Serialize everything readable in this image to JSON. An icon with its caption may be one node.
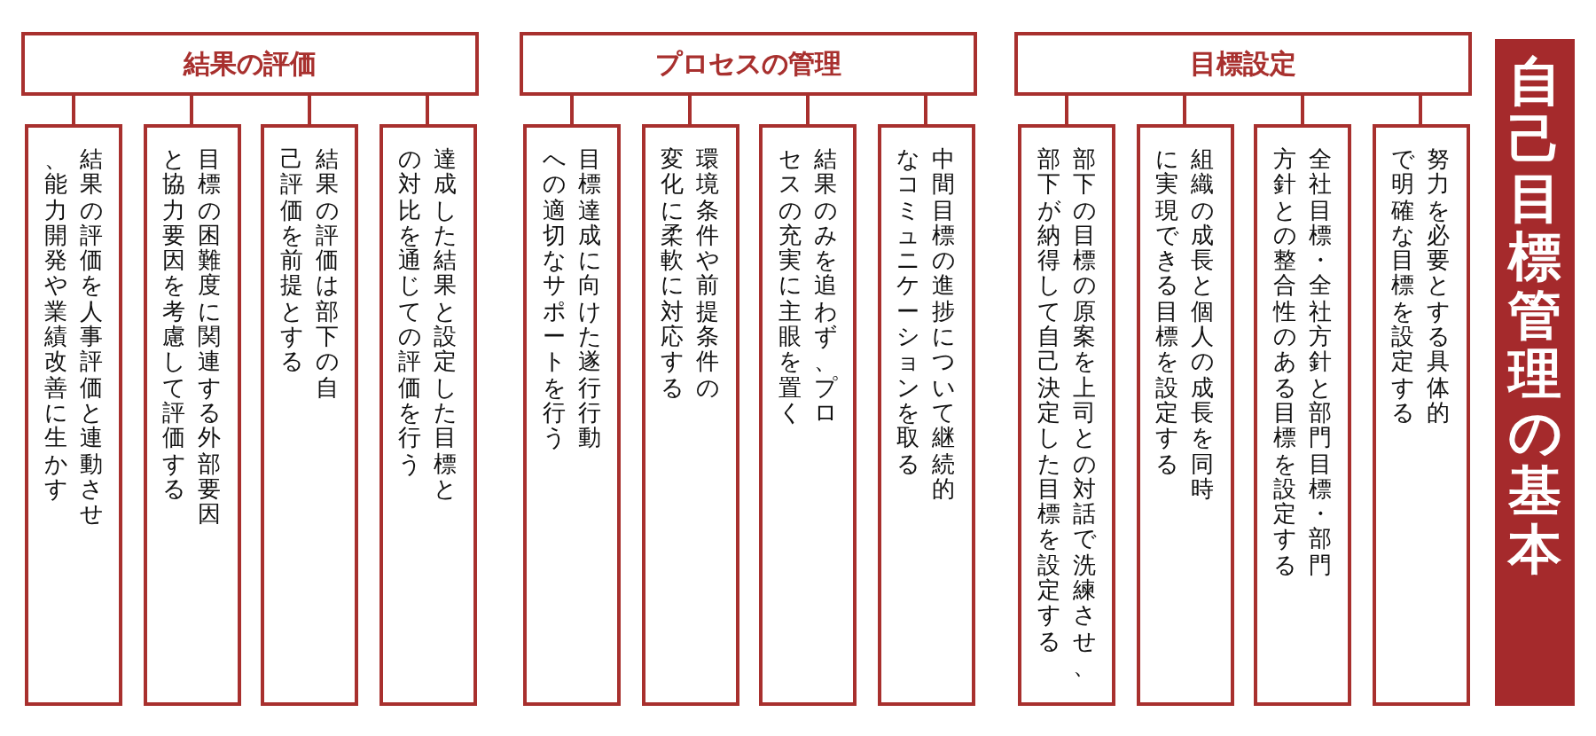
{
  "diagram": {
    "nodes": [
      {
        "text": [
          "結果の評価"
        ]
      },
      {
        "text": [
          "結果の評価を人事評価と連動させ、能力開発や業績改善に生かす"
        ]
      },
      {
        "text": [
          "目標の困難度に関連する外部要因と協力要因を考慮して評価する"
        ]
      },
      {
        "text": [
          "結果の評価は部下の自己評価を前提とする"
        ]
      },
      {
        "text": [
          "達成した結果と設定した目標との対比を通じての評価を行う"
        ]
      },
      {
        "text": [
          "プロセスの管理"
        ]
      },
      {
        "text": [
          "目標達成に向けた遂行行動への適切なサポートを行う"
        ]
      },
      {
        "text": [
          "環境条件や前提条件の変化に柔軟に対応する"
        ]
      },
      {
        "text": [
          "結果のみを追わず、プロセスの充実に主眼を置く"
        ]
      },
      {
        "text": [
          "中間目標の進捗について継続的なコミュニケーションを取る"
        ]
      },
      {
        "text": [
          "目標設定"
        ]
      },
      {
        "text": [
          "部下の目標の原案を上司との対話で洗練させ、部下が納得して自己決定した目標を設定する"
        ]
      },
      {
        "text": [
          "組織の成長と個人の成長を同時に実現できる目標を設定する"
        ]
      },
      {
        "text": [
          "全社目標・全社方針と部門目標・部門方針との整合性のある目標を設定する"
        ]
      },
      {
        "text": [
          "努力を必要とする具体的で明確な目標を設定する"
        ]
      },
      {
        "text": [
          "自己目標管理の基本"
        ]
      }
    ],
    "edges": [
      {
        "from": 0,
        "to": 1,
        "arrow": "none"
      },
      {
        "from": 0,
        "to": 2,
        "arrow": "none"
      },
      {
        "from": 0,
        "to": 3,
        "arrow": "none"
      },
      {
        "from": 0,
        "to": 4,
        "arrow": "none"
      },
      {
        "from": 5,
        "to": 6,
        "arrow": "none"
      },
      {
        "from": 5,
        "to": 7,
        "arrow": "none"
      },
      {
        "from": 5,
        "to": 8,
        "arrow": "none"
      },
      {
        "from": 5,
        "to": 9,
        "arrow": "none"
      },
      {
        "from": 10,
        "to": 11,
        "arrow": "none"
      },
      {
        "from": 10,
        "to": 12,
        "arrow": "none"
      },
      {
        "from": 10,
        "to": 13,
        "arrow": "none"
      },
      {
        "from": 10,
        "to": 14,
        "arrow": "none"
      }
    ]
  }
}
